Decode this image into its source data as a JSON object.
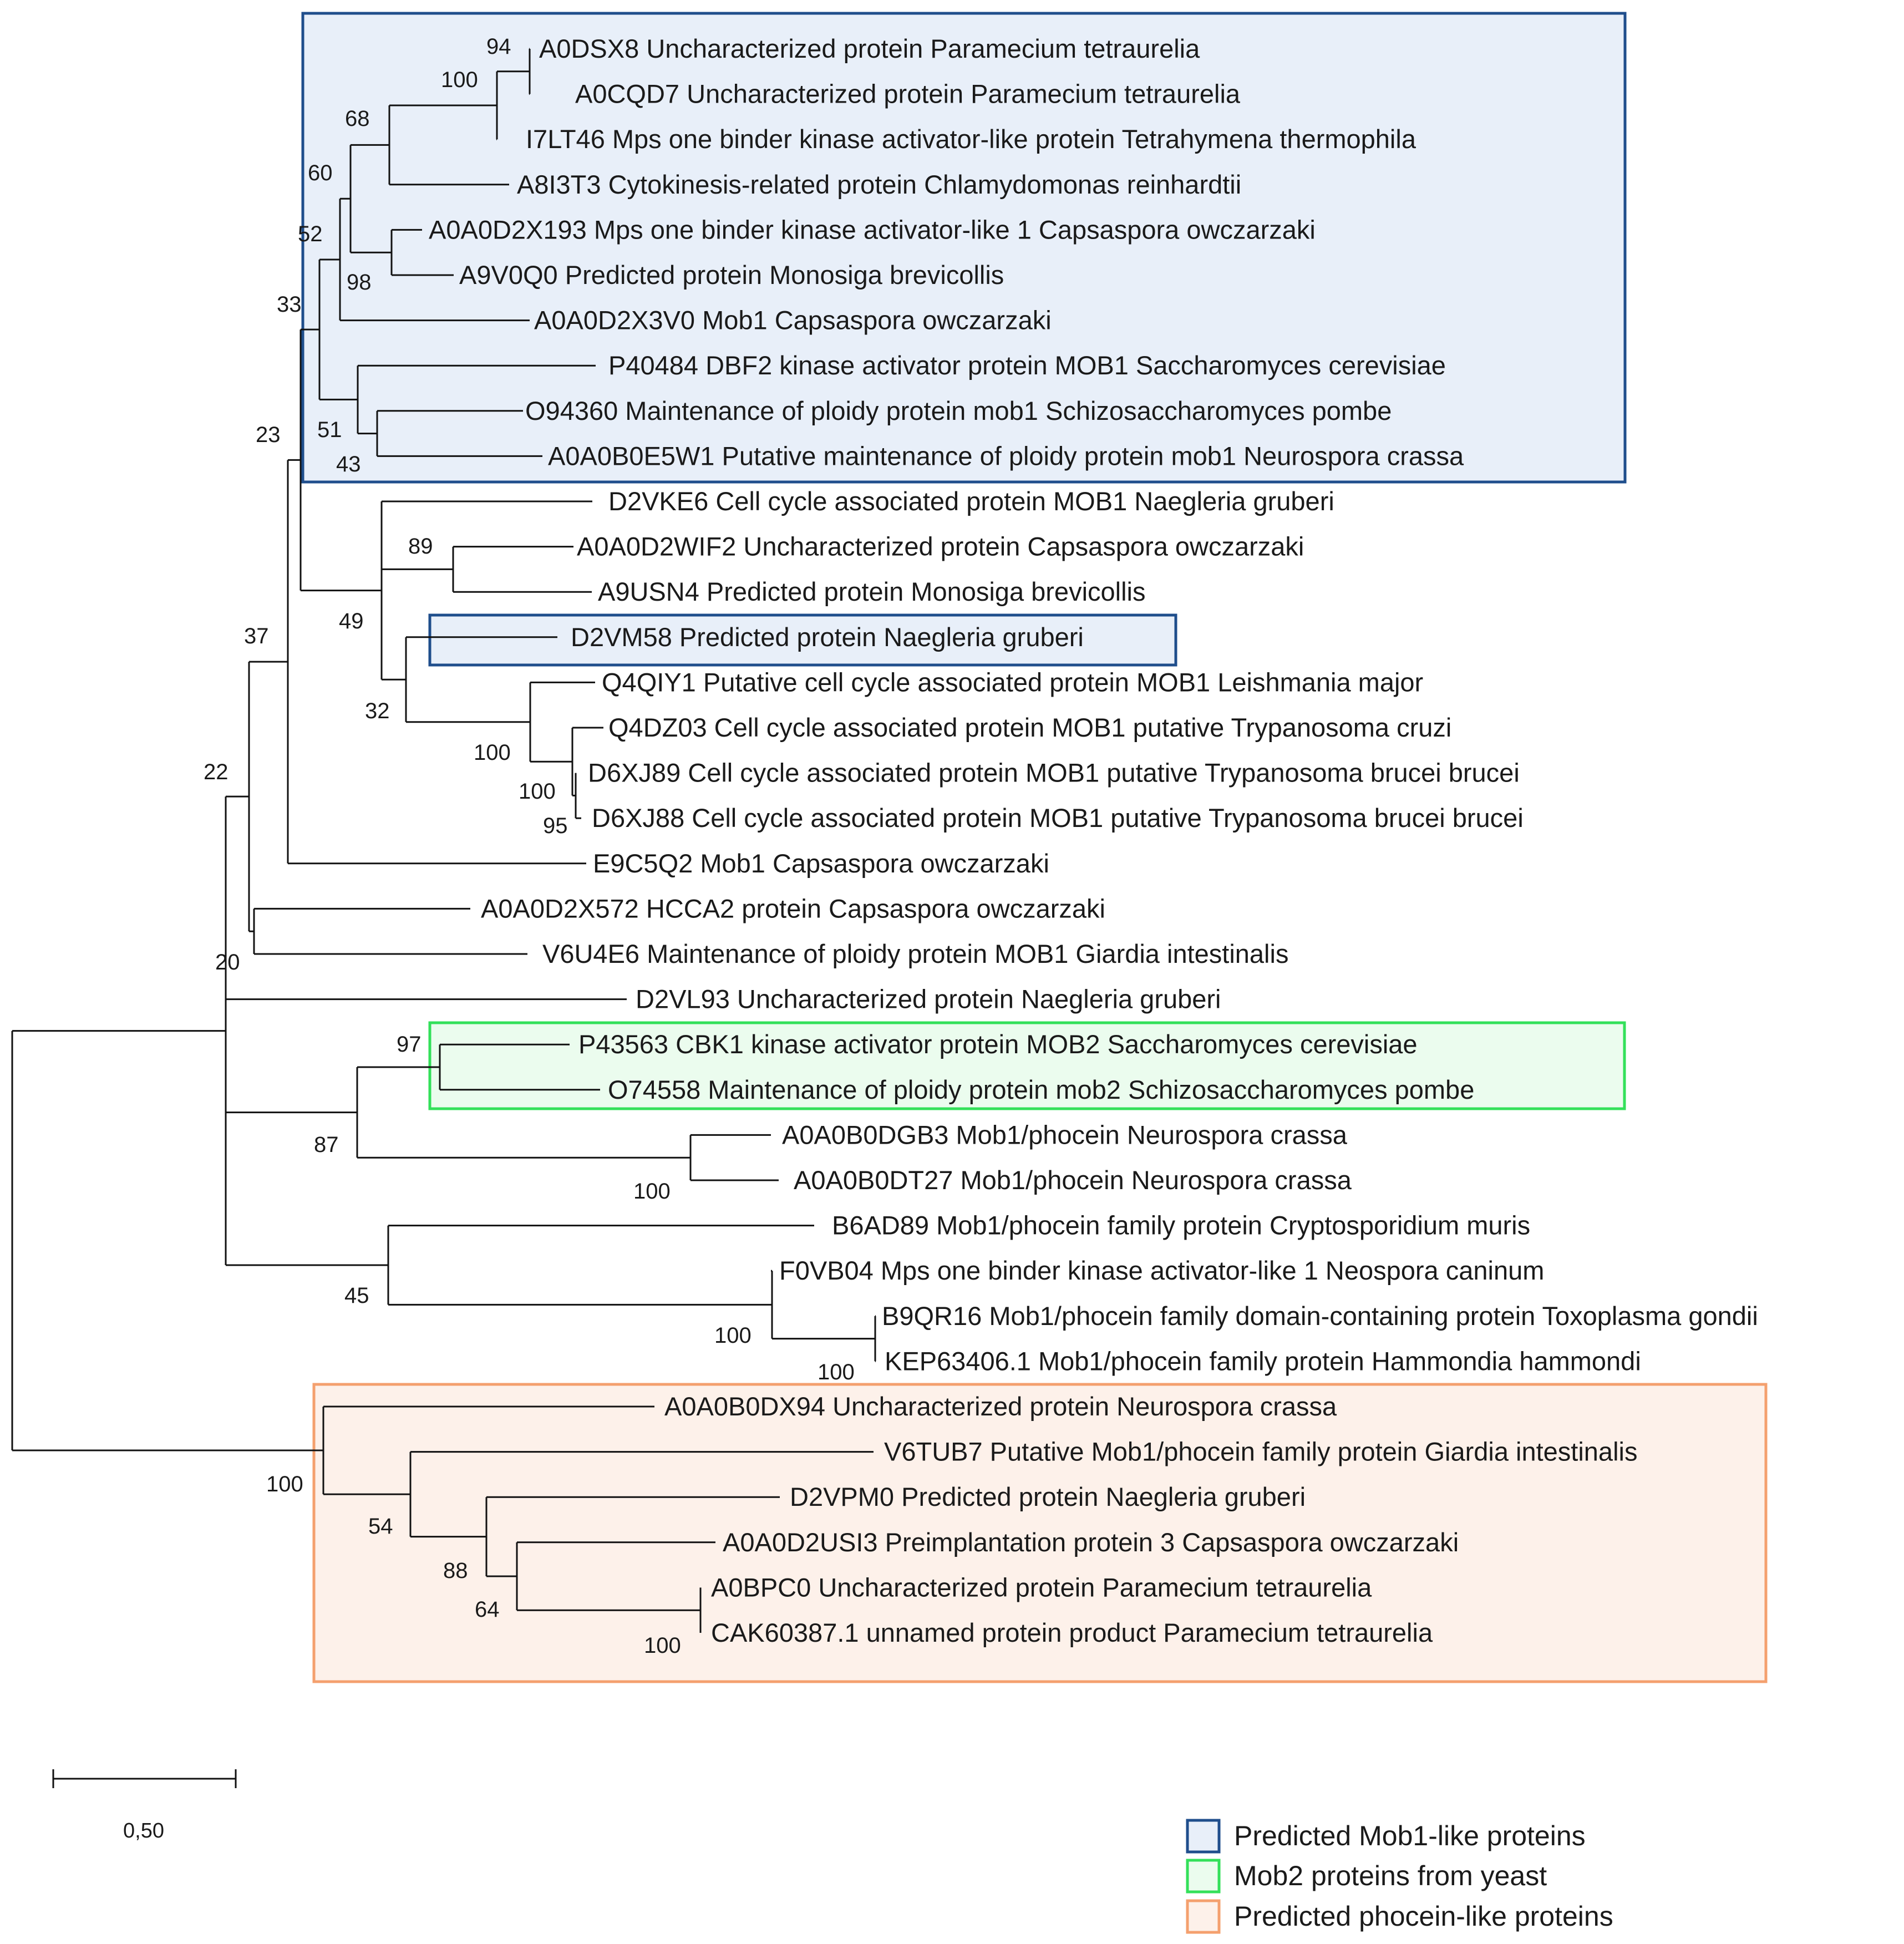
{
  "colors": {
    "mob1_stroke": "#1f4e8c",
    "mob1_fill": "#e8eff9",
    "mob2_stroke": "#33e05a",
    "mob2_fill": "#ebfcee",
    "phocein_stroke": "#f4a06e",
    "phocein_fill": "#fdf1ea",
    "branch": "#111111",
    "text": "#1a1a1a"
  },
  "tree": {
    "leaves": [
      {
        "id": "A0DSX8",
        "label": "A0DSX8 Uncharacterized protein Paramecium tetraurelia"
      },
      {
        "id": "A0CQD7",
        "label": "A0CQD7 Uncharacterized protein Paramecium tetraurelia"
      },
      {
        "id": "I7LT46",
        "label": "I7LT46 Mps one binder kinase activator-like protein Tetrahymena thermophila"
      },
      {
        "id": "A8I3T3",
        "label": "A8I3T3 Cytokinesis-related protein Chlamydomonas reinhardtii"
      },
      {
        "id": "A0A0D2X193",
        "label": "A0A0D2X193 Mps one binder kinase activator-like 1 Capsaspora owczarzaki"
      },
      {
        "id": "A9V0Q0",
        "label": "A9V0Q0 Predicted protein Monosiga brevicollis"
      },
      {
        "id": "A0A0D2X3V0",
        "label": "A0A0D2X3V0 Mob1 Capsaspora owczarzaki"
      },
      {
        "id": "P40484",
        "label": "P40484 DBF2 kinase activator protein MOB1 Saccharomyces cerevisiae"
      },
      {
        "id": "O94360",
        "label": "O94360 Maintenance of ploidy protein mob1 Schizosaccharomyces pombe"
      },
      {
        "id": "A0A0B0E5W1",
        "label": "A0A0B0E5W1 Putative maintenance of ploidy protein mob1 Neurospora crassa"
      },
      {
        "id": "D2VKE6",
        "label": "D2VKE6 Cell cycle associated protein MOB1 Naegleria gruberi"
      },
      {
        "id": "A0A0D2WIF2",
        "label": "A0A0D2WIF2 Uncharacterized protein Capsaspora owczarzaki"
      },
      {
        "id": "A9USN4",
        "label": "A9USN4 Predicted protein Monosiga brevicollis"
      },
      {
        "id": "D2VM58",
        "label": "D2VM58 Predicted protein Naegleria gruberi"
      },
      {
        "id": "Q4QIY1",
        "label": "Q4QIY1 Putative cell cycle associated protein MOB1 Leishmania major"
      },
      {
        "id": "Q4DZ03",
        "label": "Q4DZ03 Cell cycle associated protein MOB1 putative Trypanosoma cruzi"
      },
      {
        "id": "D6XJ89",
        "label": "D6XJ89 Cell cycle associated protein MOB1 putative Trypanosoma brucei brucei"
      },
      {
        "id": "D6XJ88",
        "label": "D6XJ88 Cell cycle associated protein MOB1 putative Trypanosoma brucei brucei"
      },
      {
        "id": "E9C5Q2",
        "label": "E9C5Q2 Mob1 Capsaspora owczarzaki"
      },
      {
        "id": "A0A0D2X572",
        "label": "A0A0D2X572 HCCA2 protein Capsaspora owczarzaki"
      },
      {
        "id": "V6U4E6",
        "label": "V6U4E6 Maintenance of ploidy protein MOB1 Giardia intestinalis"
      },
      {
        "id": "D2VL93",
        "label": "D2VL93 Uncharacterized protein Naegleria gruberi"
      },
      {
        "id": "P43563",
        "label": "P43563 CBK1 kinase activator protein MOB2 Saccharomyces cerevisiae"
      },
      {
        "id": "O74558",
        "label": "O74558 Maintenance of ploidy protein mob2 Schizosaccharomyces pombe"
      },
      {
        "id": "A0A0B0DGB3",
        "label": "A0A0B0DGB3 Mob1/phocein Neurospora crassa"
      },
      {
        "id": "A0A0B0DT27",
        "label": "A0A0B0DT27 Mob1/phocein Neurospora crassa"
      },
      {
        "id": "B6AD89",
        "label": "B6AD89 Mob1/phocein family protein Cryptosporidium muris"
      },
      {
        "id": "F0VB04",
        "label": "F0VB04 Mps one binder kinase activator-like 1 Neospora caninum"
      },
      {
        "id": "B9QR16",
        "label": "B9QR16 Mob1/phocein family domain-containing protein Toxoplasma gondii"
      },
      {
        "id": "KEP63406",
        "label": "KEP63406.1 Mob1/phocein family protein Hammondia hammondi"
      },
      {
        "id": "A0A0B0DX94",
        "label": "A0A0B0DX94 Uncharacterized protein Neurospora crassa"
      },
      {
        "id": "V6TUB7",
        "label": "V6TUB7 Putative Mob1/phocein family protein Giardia intestinalis"
      },
      {
        "id": "D2VPM0",
        "label": "D2VPM0 Predicted protein Naegleria gruberi"
      },
      {
        "id": "A0A0D2USI3",
        "label": "A0A0D2USI3 Preimplantation protein 3 Capsaspora owczarzaki"
      },
      {
        "id": "A0BPC0",
        "label": "A0BPC0 Uncharacterized protein Paramecium tetraurelia"
      },
      {
        "id": "CAK60387",
        "label": "CAK60387.1 unnamed protein product Paramecium tetraurelia"
      }
    ],
    "support_values": [
      {
        "node": "n1",
        "value": "94"
      },
      {
        "node": "n2",
        "value": "100"
      },
      {
        "node": "n3",
        "value": "68"
      },
      {
        "node": "n4",
        "value": "98"
      },
      {
        "node": "n5",
        "value": "60"
      },
      {
        "node": "n6",
        "value": "52"
      },
      {
        "node": "n7",
        "value": "51"
      },
      {
        "node": "n8",
        "value": "43"
      },
      {
        "node": "n9",
        "value": "33"
      },
      {
        "node": "n10",
        "value": "89"
      },
      {
        "node": "n11",
        "value": "49"
      },
      {
        "node": "n12",
        "value": "95"
      },
      {
        "node": "n13",
        "value": "100"
      },
      {
        "node": "n14",
        "value": "100"
      },
      {
        "node": "n15",
        "value": "32"
      },
      {
        "node": "n16",
        "value": "23"
      },
      {
        "node": "n17",
        "value": "37"
      },
      {
        "node": "n18",
        "value": "20"
      },
      {
        "node": "n19",
        "value": "97"
      },
      {
        "node": "n20",
        "value": "100"
      },
      {
        "node": "n21",
        "value": "87"
      },
      {
        "node": "n22",
        "value": "100"
      },
      {
        "node": "n23",
        "value": "100"
      },
      {
        "node": "n24",
        "value": "45"
      },
      {
        "node": "n25",
        "value": "22"
      },
      {
        "node": "n26",
        "value": "100"
      },
      {
        "node": "n27",
        "value": "64"
      },
      {
        "node": "n28",
        "value": "88"
      },
      {
        "node": "n29",
        "value": "54"
      },
      {
        "node": "n30",
        "value": "100"
      }
    ],
    "scale_bar": {
      "label": "0,50",
      "length": 0.5
    }
  },
  "legend": {
    "items": [
      {
        "key": "mob1",
        "label": "Predicted Mob1-like proteins"
      },
      {
        "key": "mob2",
        "label": "Mob2 proteins from yeast"
      },
      {
        "key": "phocein",
        "label": "Predicted phocein-like proteins"
      }
    ]
  }
}
